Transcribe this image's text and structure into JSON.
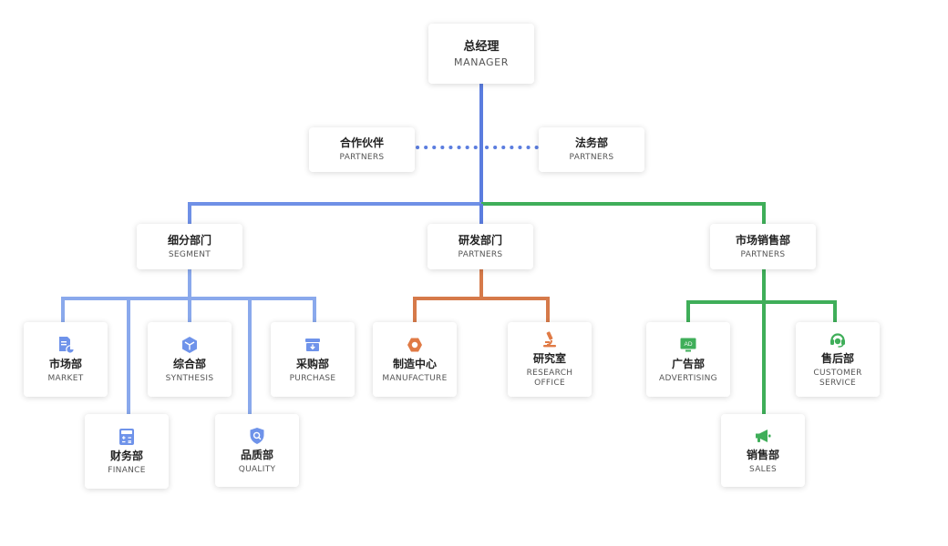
{
  "manager": {
    "zh": "总经理",
    "en": "MANAGER"
  },
  "side": {
    "left": {
      "zh": "合作伙伴",
      "en": "PARTNERS"
    },
    "right": {
      "zh": "法务部",
      "en": "PARTNERS"
    }
  },
  "groups": {
    "segment": {
      "zh": "细分部门",
      "en": "SEGMENT"
    },
    "rnd": {
      "zh": "研发部门",
      "en": "PARTNERS"
    },
    "sales": {
      "zh": "市场销售部",
      "en": "PARTNERS"
    }
  },
  "departments": {
    "market": {
      "zh": "市场部",
      "en": "MARKET",
      "icon": "document-chart-icon"
    },
    "synthesis": {
      "zh": "综合部",
      "en": "SYNTHESIS",
      "icon": "cube-icon"
    },
    "purchase": {
      "zh": "采购部",
      "en": "PURCHASE",
      "icon": "archive-box-icon"
    },
    "finance": {
      "zh": "财务部",
      "en": "FINANCE",
      "icon": "calculator-icon"
    },
    "quality": {
      "zh": "品质部",
      "en": "QUALITY",
      "icon": "shield-search-icon"
    },
    "manufacture": {
      "zh": "制造中心",
      "en": "MANUFACTURE",
      "icon": "hex-nut-icon"
    },
    "research": {
      "zh": "研究室",
      "en": "RESEARCH OFFICE",
      "icon": "microscope-icon"
    },
    "advertising": {
      "zh": "广告部",
      "en": "ADVERTISING",
      "icon": "ad-screen-icon",
      "icon_text": "AD"
    },
    "customer": {
      "zh": "售后部",
      "en": "CUSTOMER SERVICE",
      "icon": "headset-icon"
    },
    "salesdept": {
      "zh": "销售部",
      "en": "SALES",
      "icon": "megaphone-icon"
    }
  },
  "colors": {
    "manager_line": "#5b7ddf",
    "segment_line": "#8aa9ec",
    "rnd_line": "#d67a4a",
    "sales_line": "#3fae59",
    "icon_blue": "#6f93ea",
    "icon_orange": "#e07a45",
    "icon_green": "#3fae59"
  }
}
